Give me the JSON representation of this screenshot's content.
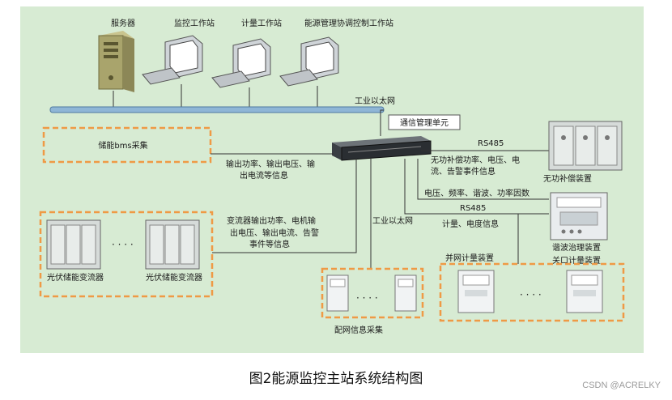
{
  "colors": {
    "background": "#d7ebd3",
    "dashed_border": "#ef9a45",
    "bus": "#8fb6d6",
    "line": "#333333"
  },
  "devices": {
    "server": "服务器",
    "monitor_station": "监控工作站",
    "metering_station": "计量工作站",
    "energy_station": "能源管理协调控制工作站",
    "comm_unit": "通信管理单元",
    "var_comp": "无功补偿装置",
    "harmonic": "谐波治理装置",
    "gateway_meter": "关口计量装置",
    "pv_inverter_1": "光伏储能变流器",
    "pv_inverter_2": "光伏储能变流器",
    "grid_meter": "并网计量装置"
  },
  "groups": {
    "bms": "储能bms采集",
    "distribution": "配网信息采集"
  },
  "links": {
    "ethernet_top": "工业以太网",
    "ethernet_mid": "工业以太网",
    "rs485_1": "RS485",
    "rs485_2": "RS485"
  },
  "signals": {
    "bms_line1": "输出功率、输出电压、输",
    "bms_line2": "出电流等信息",
    "inv_line1": "变流器输出功率、电机输",
    "inv_line2": "出电压、输出电流、告警",
    "inv_line3": "事件等信息",
    "var_line1": "无功补偿功率、电压、电",
    "var_line2": "流、告警事件信息",
    "harm_line": "电压、频率、谐波、功率因数",
    "meter_line": "计量、电度信息"
  },
  "ellipsis": "· · · ·",
  "caption": "图2能源监控主站系统结构图",
  "watermark": "CSDN @ACRELKY"
}
